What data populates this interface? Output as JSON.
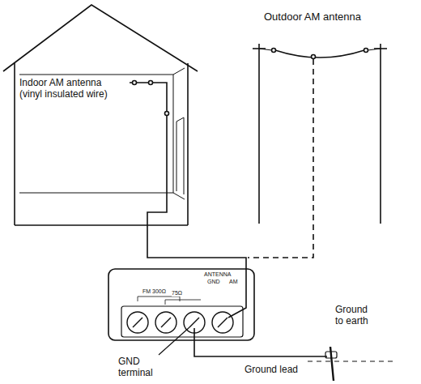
{
  "diagram": {
    "labels": [
      "Indoor AM antenna (vinyl insulated wire)",
      "Outdoor AM antenna",
      "ANTENNA",
      "FM 300Ω",
      "75Ω",
      "GND",
      "AM",
      "GND terminal",
      "Ground lead",
      "Ground to earth"
    ]
  }
}
